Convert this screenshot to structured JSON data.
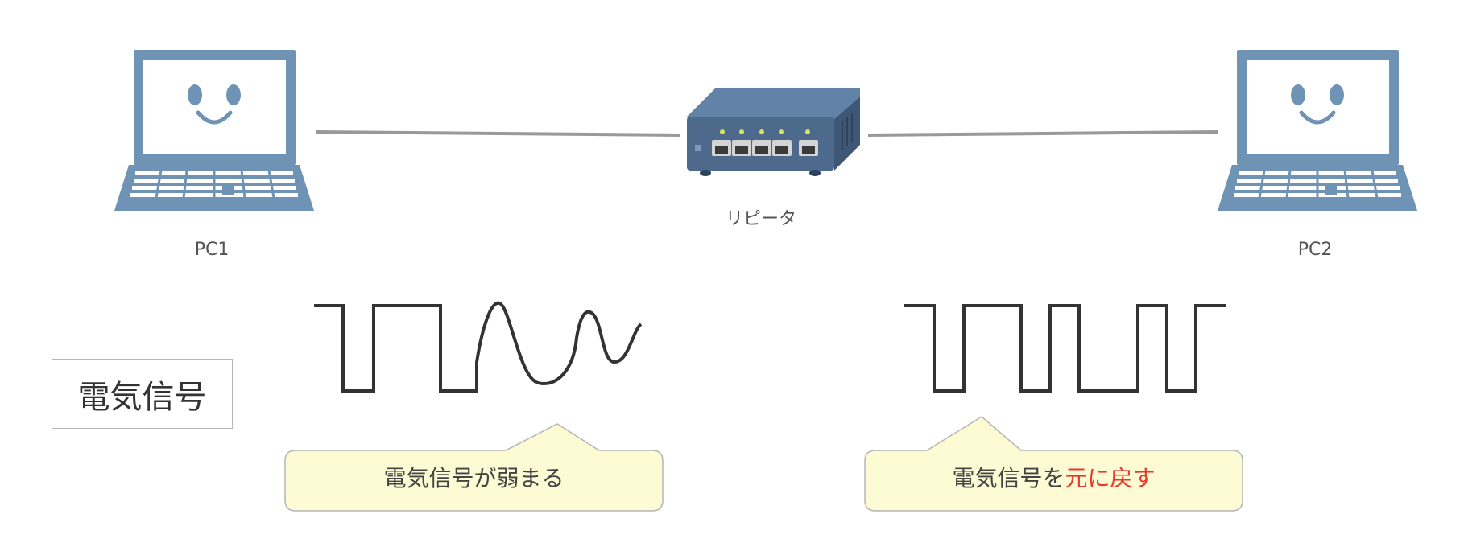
{
  "pc1": {
    "label": "PC1"
  },
  "pc2": {
    "label": "PC2"
  },
  "repeater": {
    "label": "リピータ"
  },
  "signal_box": {
    "label": "電気信号"
  },
  "callout_weak": {
    "text": "電気信号が弱まる"
  },
  "callout_restore": {
    "text_prefix": "電気信号を",
    "text_highlight": "元に戻す"
  },
  "colors": {
    "device_blue": "#6f93b4",
    "device_dark": "#4d6a8c",
    "cable": "#999999",
    "signal_line": "#333333",
    "callout_fill": "#fdfbd4",
    "callout_border": "#b5b5b5",
    "highlight_red": "#e8392a"
  },
  "icons": [
    "laptop-smiley-icon",
    "network-switch-icon"
  ]
}
